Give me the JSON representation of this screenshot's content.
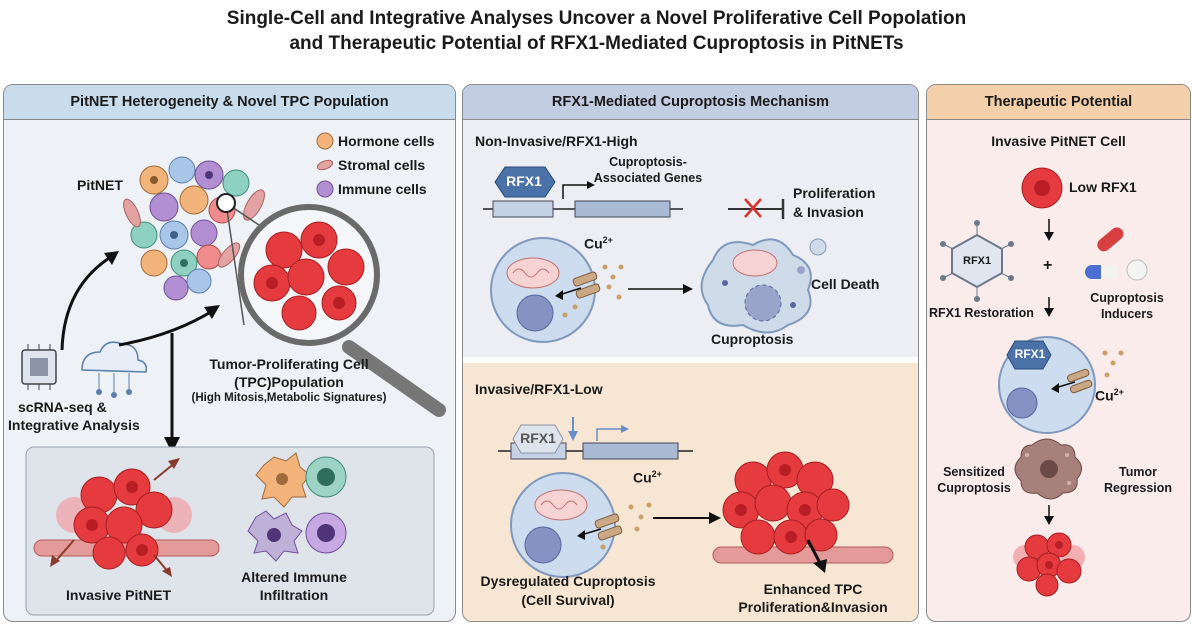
{
  "title": {
    "line1": "Single-Cell and Integrative Analyses Uncover a Novel Proliferative Cell Popolation",
    "line2": "and Therapeutic Potential of RFX1-Mediated Cuproptosis in PitNETs"
  },
  "panel1": {
    "heading": "PitNET Heterogeneity & Novel TPC Population",
    "pitnet_label": "PitNET",
    "legend": [
      "Hormone cells",
      "Stromal cells",
      "Immune cells"
    ],
    "tpc_line1": "Tumor-Proliferating Cell",
    "tpc_line2": "(TPC)Population",
    "tpc_line3": "(High Mitosis,Metabolic Signatures)",
    "scrna_line1": "scRNA-seq &",
    "scrna_line2": "Integrative Analysis",
    "invasive_label": "Invasive PitNET",
    "immune_line1": "Altered Immune",
    "immune_line2": "Infiltration"
  },
  "panel2": {
    "heading": "RFX1-Mediated Cuproptosis Mechanism",
    "top_title": "Non-Invasive/RFX1-High",
    "rfx1": "RFX1",
    "genes_line1": "Cuproptosis-",
    "genes_line2": "Associated Genes",
    "prolif_line1": "Proliferation",
    "prolif_line2": "& Invasion",
    "cu": "Cu",
    "cu_sup": "2+",
    "cell_death": "Cell Death",
    "cuproptosis": "Cuproptosis",
    "bottom_title": "Invasive/RFX1-Low",
    "dys_line1": "Dysregulated Cuproptosis",
    "dys_line2": "(Cell Survival)",
    "enh_line1": "Enhanced TPC",
    "enh_line2": "Proliferation&Invasion"
  },
  "panel3": {
    "heading": "Therapeutic Potential",
    "cell_title": "Invasive PitNET Cell",
    "low_rfx1": "Low RFX1",
    "rfx1": "RFX1",
    "plus": "+",
    "restoration": "RFX1 Restoration",
    "inducers_line1": "Cuproptosis",
    "inducers_line2": "Inducers",
    "cu": "Cu",
    "cu_sup": "2+",
    "sens_line1": "Sensitized",
    "sens_line2": "Cuproptosis",
    "reg_line1": "Tumor",
    "reg_line2": "Regression"
  },
  "colors": {
    "panel1_bg": "#eef1f5",
    "panel1_head": "#c9dcec",
    "panel2_top_bg": "#eceef3",
    "panel2_bottom_bg": "#f7e6d3",
    "panel2_head": "#c3cde1",
    "panel3_bg": "#fbecec",
    "panel3_head": "#f3cfaa",
    "tumor_red": "#e0393e",
    "rfx1_blue": "#4a72a8"
  }
}
